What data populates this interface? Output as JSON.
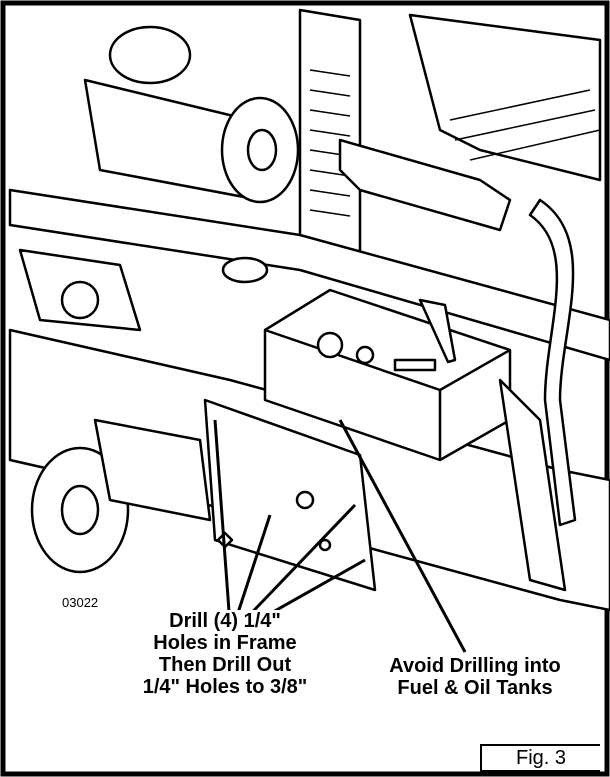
{
  "part_number": "03022",
  "callouts": {
    "drill": [
      "Drill (4) 1/4\"",
      "Holes in Frame",
      "Then Drill Out",
      "1/4\" Holes to 3/8\""
    ],
    "avoid": [
      "Avoid Drilling into",
      "Fuel & Oil Tanks"
    ]
  },
  "figure_label": "Fig. 3"
}
